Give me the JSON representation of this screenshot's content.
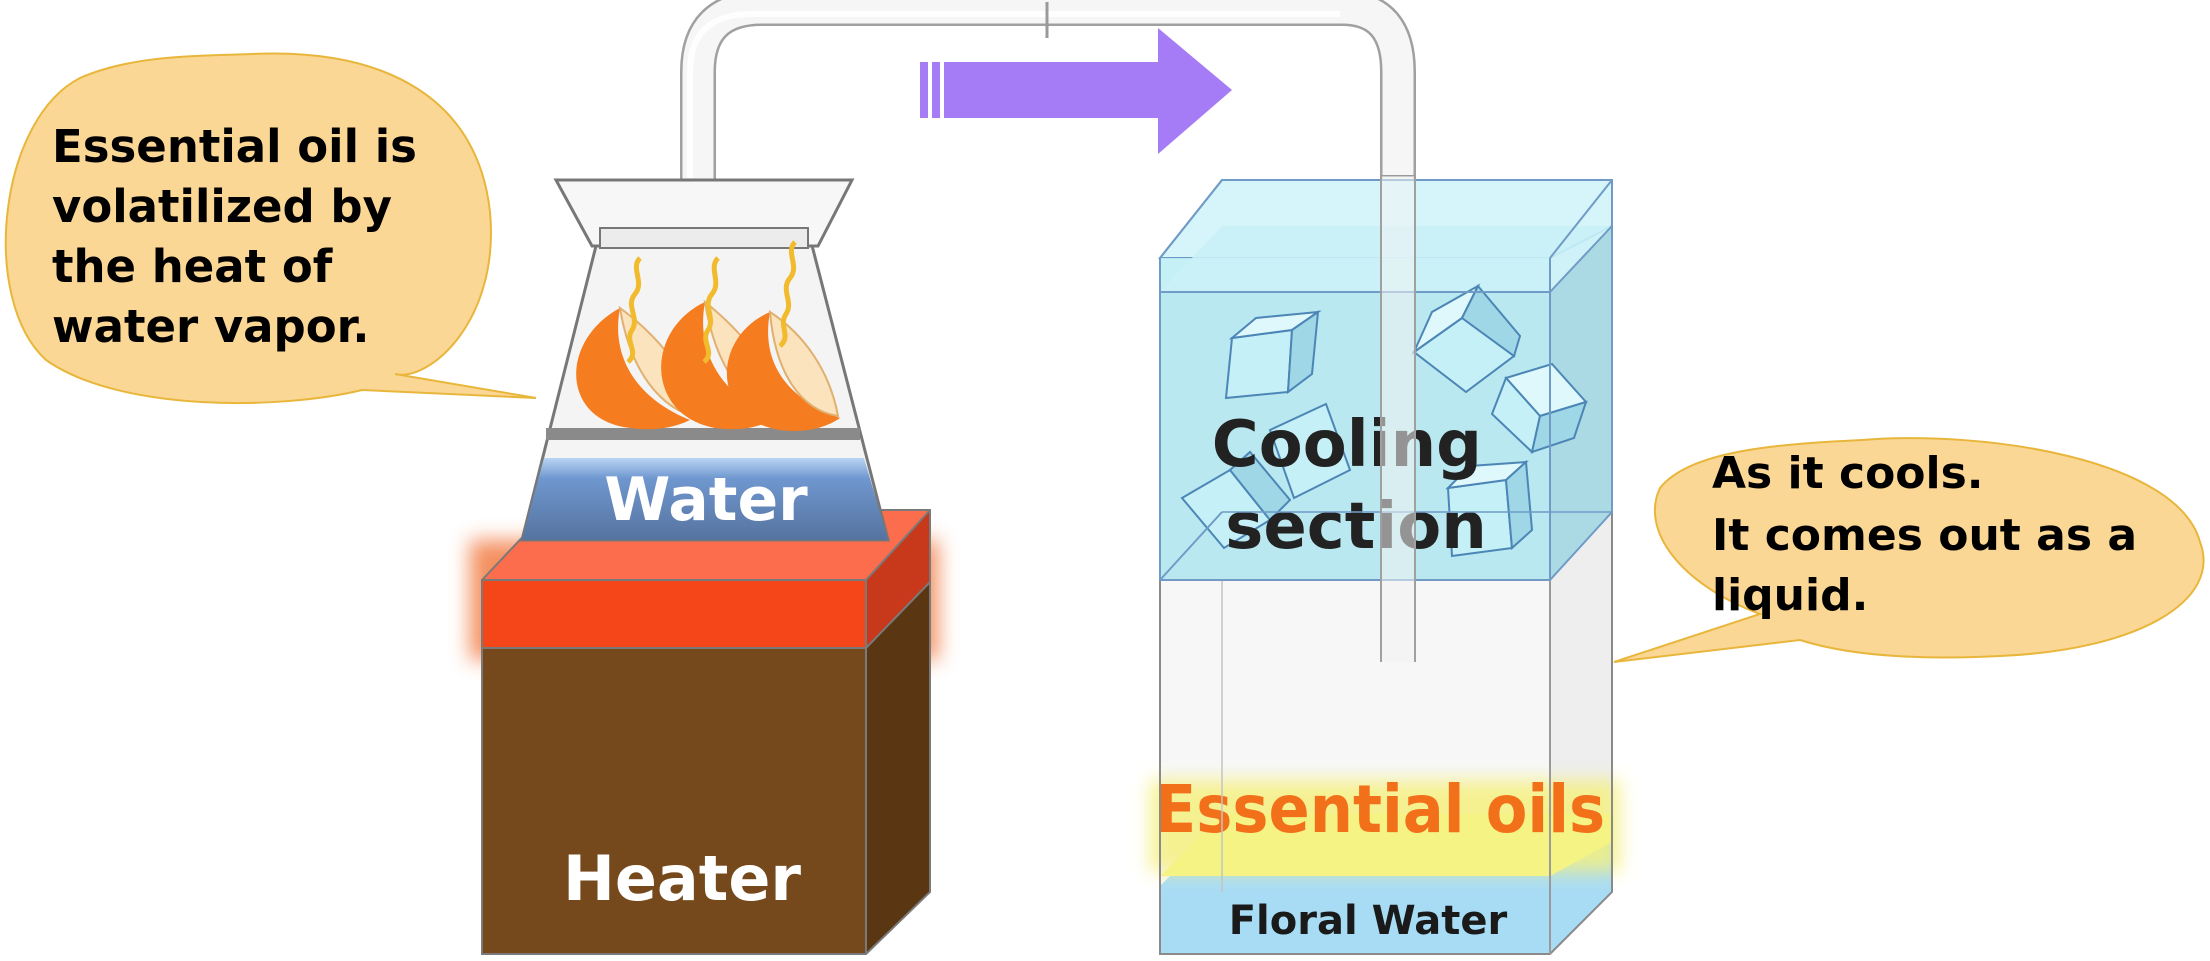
{
  "callout_left": {
    "lines": [
      "Essential oil is",
      "volatilized by",
      "the heat of",
      "water vapor."
    ]
  },
  "callout_right": {
    "lines": [
      "As it cools.",
      "It comes out as a",
      "liquid."
    ]
  },
  "labels": {
    "water": "Water",
    "heater": "Heater",
    "cooling": [
      "Cooling",
      "section"
    ],
    "essential_oils": "Essential oils",
    "floral_water": "Floral Water"
  },
  "colors": {
    "callout_fill": "#fbd796",
    "callout_stroke": "#e8b63b",
    "arrow": "#a57cf5",
    "heater_top": "#f5461a",
    "heater_body": "#75491c",
    "water": "#5f89c9",
    "ice_tank": "#bfeef5",
    "essential_oils_text": "#f3701a",
    "oil_layer": "#f5f58a",
    "floral_layer": "#a8dcf5",
    "citrus": "#f57c1f",
    "vapor": "#f2bb2e"
  },
  "icons": [
    "citrus-wedge-icon",
    "steam-icon",
    "ice-cube-icon",
    "flow-arrow-icon"
  ]
}
